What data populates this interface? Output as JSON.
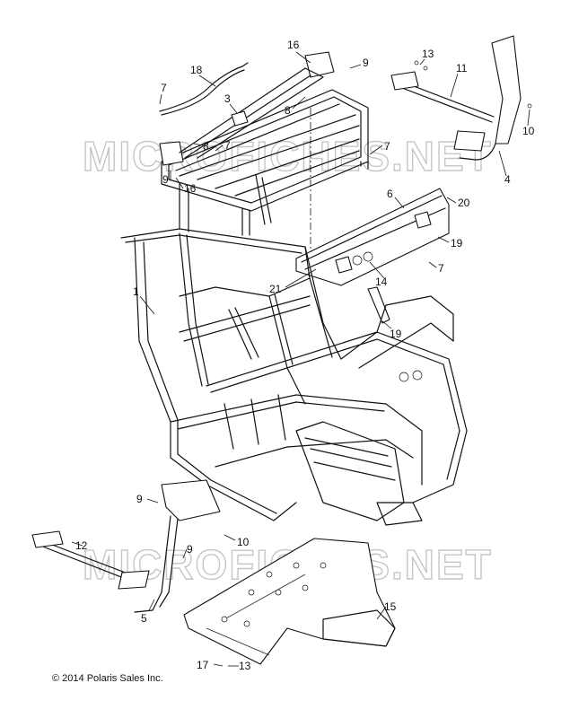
{
  "watermarks": [
    "MICROFICHES.NET",
    "MICROFICHES.NET"
  ],
  "copyright": "© 2014 Polaris Sales Inc.",
  "callouts": [
    {
      "id": "c-16a",
      "label": "16"
    },
    {
      "id": "c-9a",
      "label": "9"
    },
    {
      "id": "c-18",
      "label": "18"
    },
    {
      "id": "c-7a",
      "label": "7"
    },
    {
      "id": "c-3",
      "label": "3"
    },
    {
      "id": "c-8a",
      "label": "8"
    },
    {
      "id": "c-8b",
      "label": "8"
    },
    {
      "id": "c-7b",
      "label": "7"
    },
    {
      "id": "c-7c",
      "label": "7"
    },
    {
      "id": "c-9b",
      "label": "9"
    },
    {
      "id": "c-16b",
      "label": "16"
    },
    {
      "id": "c-13a",
      "label": "13"
    },
    {
      "id": "c-11",
      "label": "11"
    },
    {
      "id": "c-10a",
      "label": "10"
    },
    {
      "id": "c-4",
      "label": "4"
    },
    {
      "id": "c-6",
      "label": "6"
    },
    {
      "id": "c-20",
      "label": "20"
    },
    {
      "id": "c-19a",
      "label": "19"
    },
    {
      "id": "c-7d",
      "label": "7"
    },
    {
      "id": "c-14",
      "label": "14"
    },
    {
      "id": "c-21",
      "label": "21"
    },
    {
      "id": "c-19b",
      "label": "19"
    },
    {
      "id": "c-1",
      "label": "1"
    },
    {
      "id": "c-9c",
      "label": "9"
    },
    {
      "id": "c-10b",
      "label": "10"
    },
    {
      "id": "c-12",
      "label": "12"
    },
    {
      "id": "c-9d",
      "label": "9"
    },
    {
      "id": "c-5",
      "label": "5"
    },
    {
      "id": "c-15",
      "label": "15"
    },
    {
      "id": "c-17",
      "label": "17"
    },
    {
      "id": "c-13b",
      "label": "13"
    }
  ]
}
